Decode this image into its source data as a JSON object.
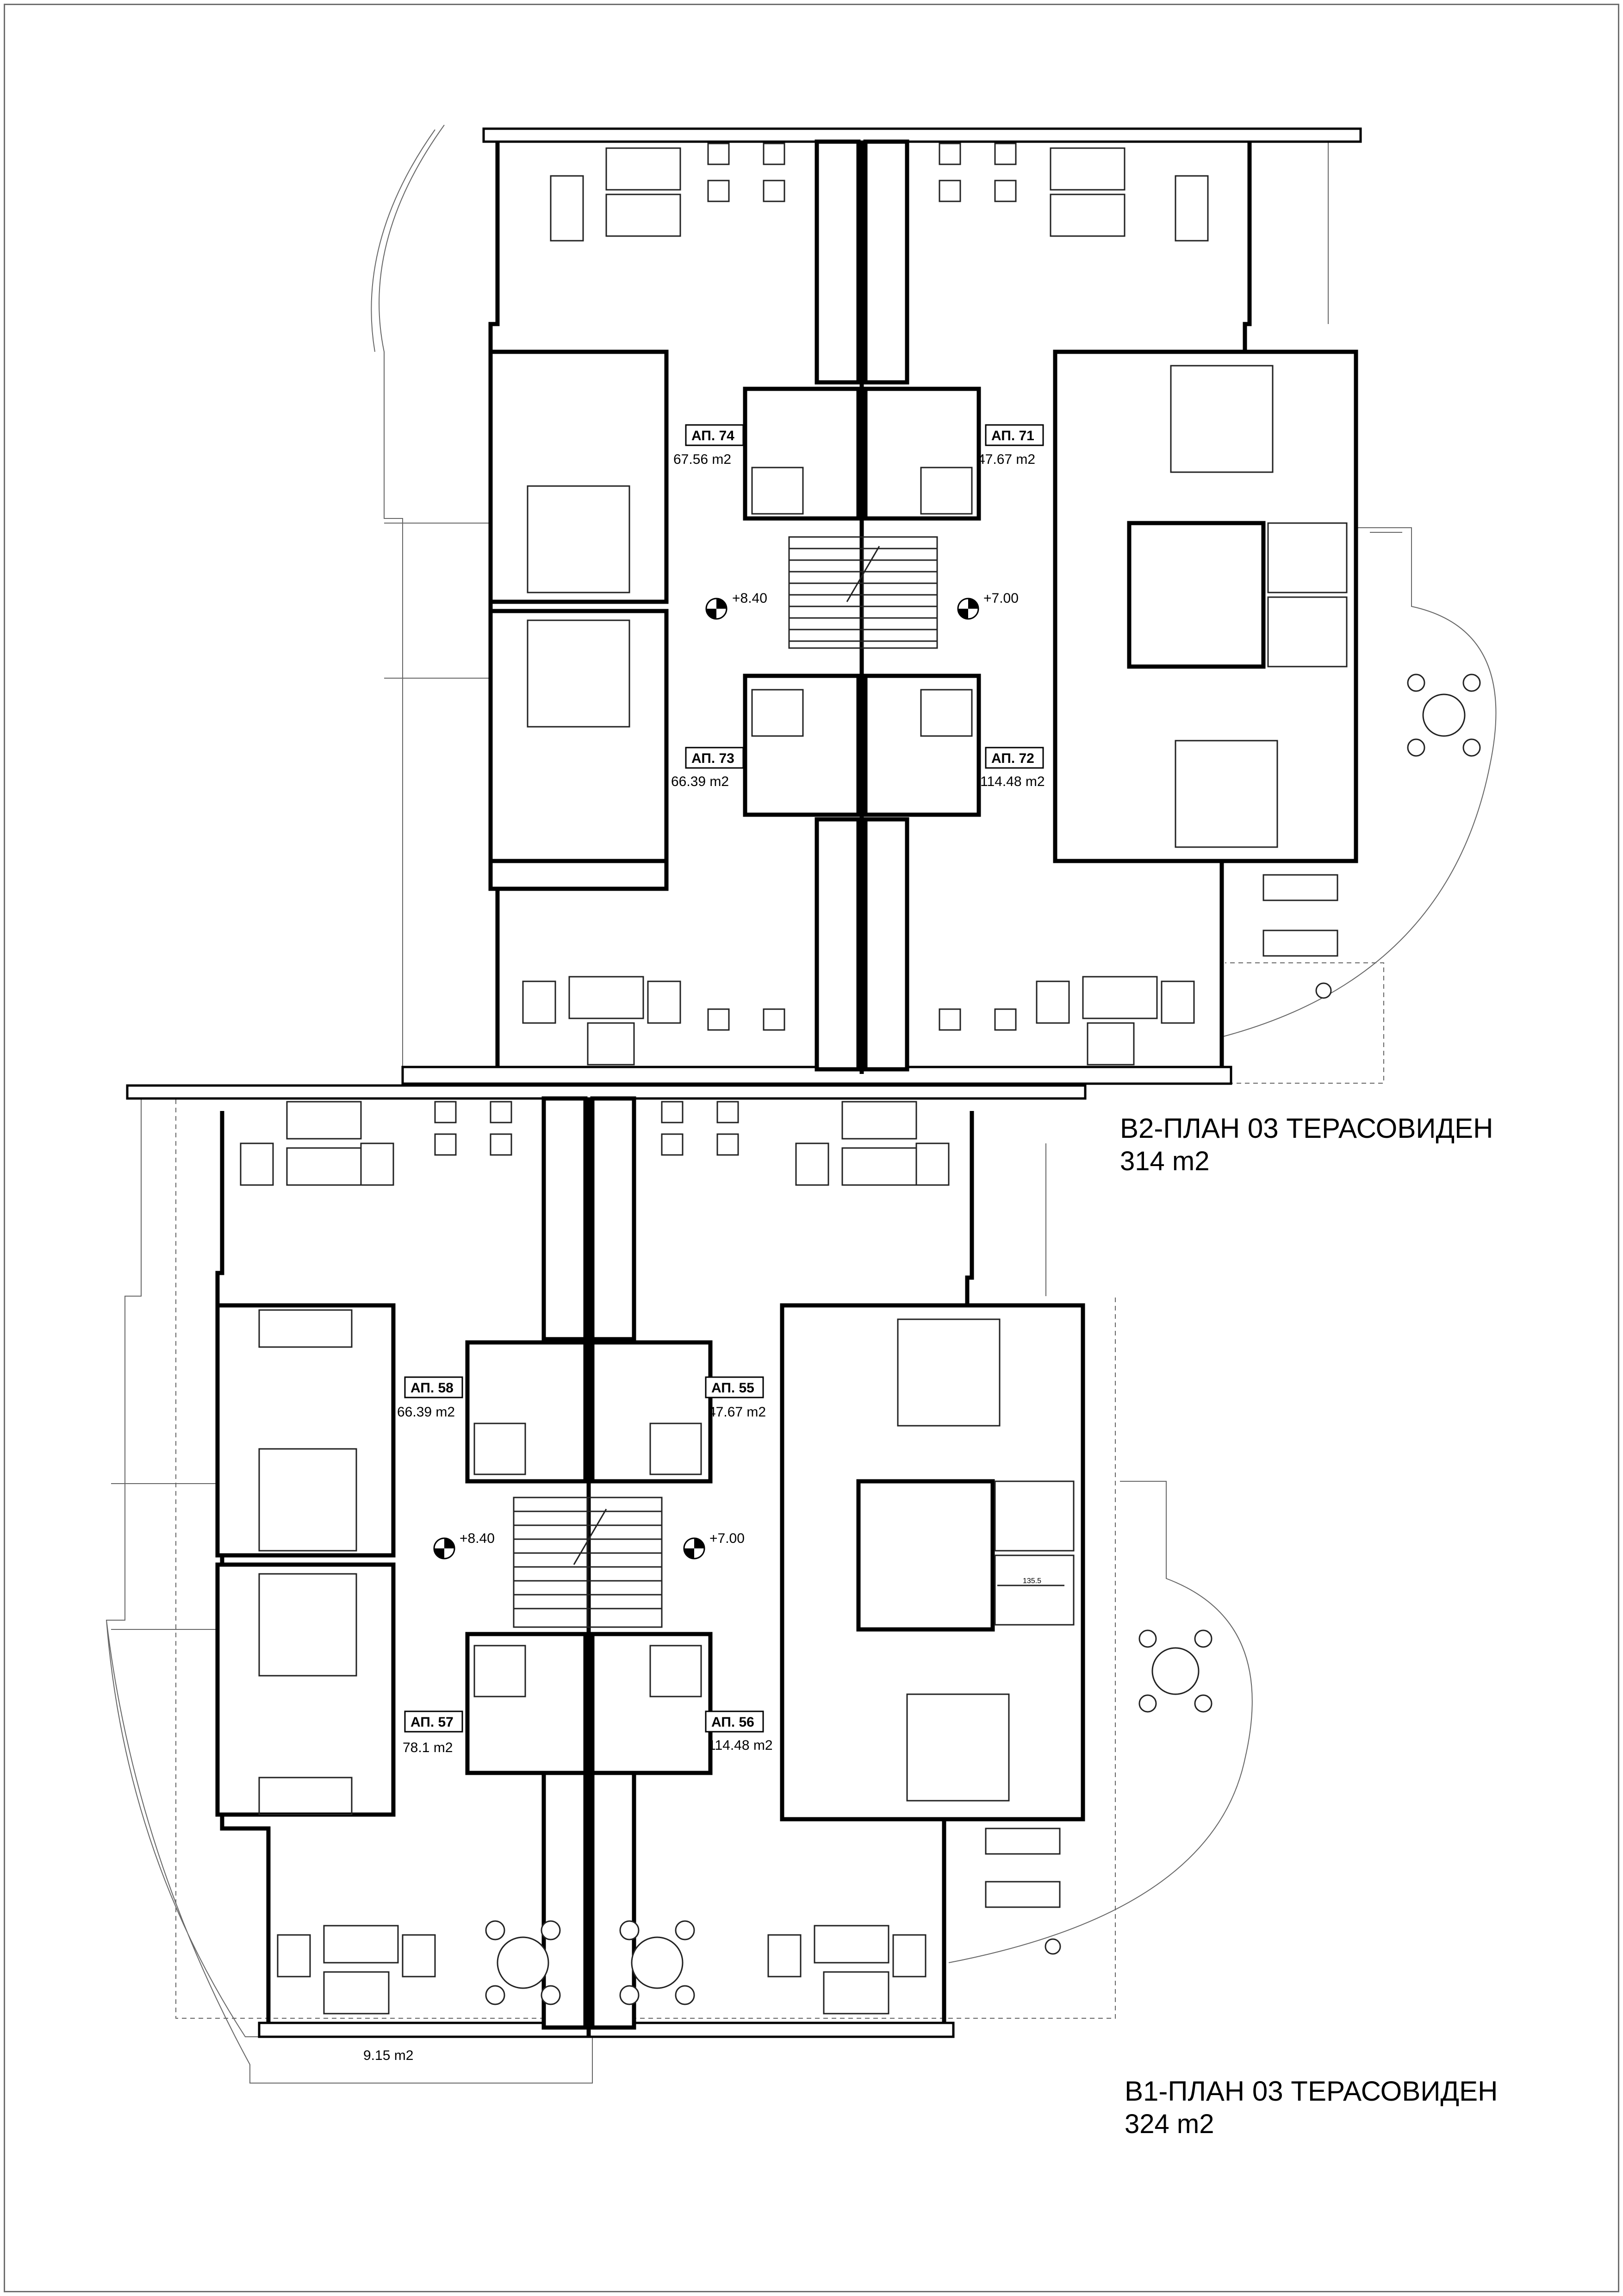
{
  "plans": [
    {
      "id": "b2",
      "title": "В2-ПЛАН 03 ТЕРАСОВИДЕН",
      "area": "314 m2",
      "apartments": [
        {
          "label": "АП. 74",
          "area": "67.56  m2"
        },
        {
          "label": "АП. 71",
          "area": "47.67  m2"
        },
        {
          "label": "АП. 73",
          "area": "66.39  m2"
        },
        {
          "label": "АП. 72",
          "area": "114.48  m2"
        }
      ],
      "levels": [
        "+8.40",
        "+7.00"
      ]
    },
    {
      "id": "b1",
      "title": "В1-ПЛАН 03 ТЕРАСОВИДЕН",
      "area": "324 m2",
      "apartments": [
        {
          "label": "АП. 58",
          "area": "66.39  m2"
        },
        {
          "label": "АП. 55",
          "area": "47.67  m2"
        },
        {
          "label": "АП. 57",
          "area": "78.1  m2"
        },
        {
          "label": "АП. 56",
          "area": "114.48  m2"
        }
      ],
      "levels": [
        "+8.40",
        "+7.00"
      ],
      "terrace_area": "9.15  m2",
      "dimension": "135.5"
    }
  ],
  "colors": {
    "line": "#000000",
    "page_border": "#6e6e6e",
    "background": "#ffffff"
  }
}
